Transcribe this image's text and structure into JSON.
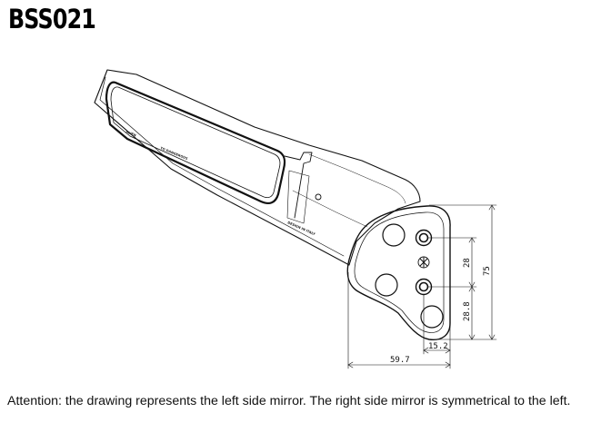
{
  "title": "BSS021",
  "note": "Attention: the drawing represents the left side mirror. The right side mirror is symmetrical to the left.",
  "mirror_marking_1": "ALIEN",
  "mirror_marking_2": "TO DANGEROUS",
  "housing_marking": "DESIGN IN ITALY",
  "dimensions": {
    "d1": "28",
    "d2": "75",
    "d3": "28.8",
    "d4": "15.2",
    "d5": "59.7"
  }
}
